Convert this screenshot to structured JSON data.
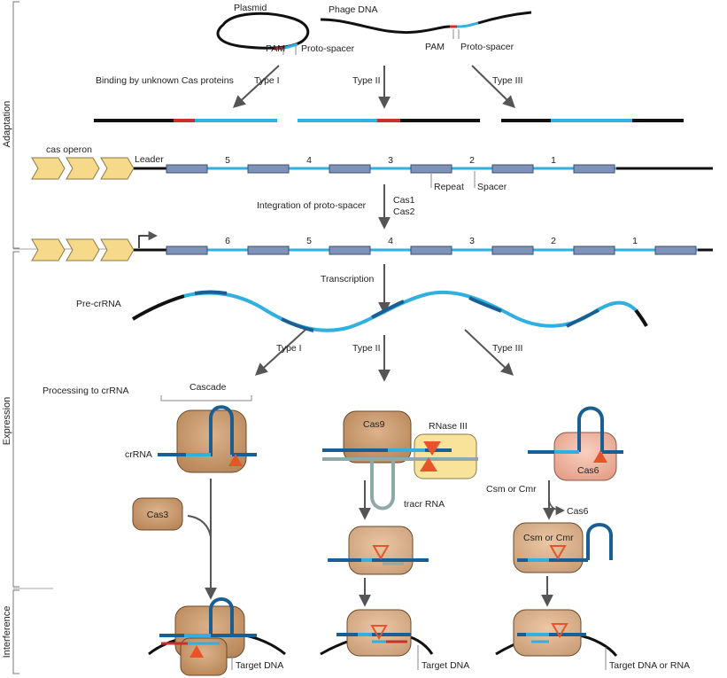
{
  "side_labels": {
    "adaptation": "Adaptation",
    "expression": "Expression",
    "interference": "Interference"
  },
  "top": {
    "plasmid": "Plasmid",
    "phage_dna": "Phage DNA",
    "pam_left": "PAM",
    "protospacer_left": "Proto-spacer",
    "pam_right": "PAM",
    "protospacer_right": "Proto-spacer"
  },
  "adaptation": {
    "binding": "Binding by unknown Cas proteins",
    "type_i": "Type I",
    "type_ii": "Type II",
    "type_iii": "Type III",
    "cas_operon": "cas operon",
    "leader": "Leader",
    "spacer_numbers_1": [
      "5",
      "4",
      "3",
      "2",
      "1"
    ],
    "repeat": "Repeat",
    "spacer": "Spacer",
    "integration": "Integration of proto-spacer",
    "cas1": "Cas1",
    "cas2": "Cas2",
    "spacer_numbers_2": [
      "6",
      "5",
      "4",
      "3",
      "2",
      "1"
    ]
  },
  "expression": {
    "transcription": "Transcription",
    "pre_crrna": "Pre-crRNA",
    "type_i": "Type I",
    "type_ii": "Type II",
    "type_iii": "Type III",
    "processing": "Processing to crRNA",
    "cascade": "Cascade",
    "crrna": "crRNA",
    "cas9": "Cas9",
    "rnase3": "RNase III",
    "cas6": "Cas6",
    "cas3": "Cas3",
    "tracr": "tracr RNA",
    "csm_cmr_label": "Csm or Cmr",
    "cas6_release": "Cas6",
    "csm_cmr_box": "Csm or Cmr"
  },
  "interference": {
    "target_dna_1": "Target DNA",
    "target_dna_2": "Target DNA",
    "target_dna_rna": "Target DNA or RNA"
  },
  "colors": {
    "dark_blue": "#1a5f93",
    "light_blue": "#2fb0e0",
    "red": "#c8312a",
    "orange": "#e8542a",
    "operon_yellow": "#f7d98b",
    "repeat_box": "#7f92b8",
    "protein_brown": "#cc9c72",
    "protein_pink": "#f0b9a3",
    "rnase_yellow": "#f9e29a",
    "gray_rna": "#8fa8a8",
    "arrow": "#555555"
  }
}
